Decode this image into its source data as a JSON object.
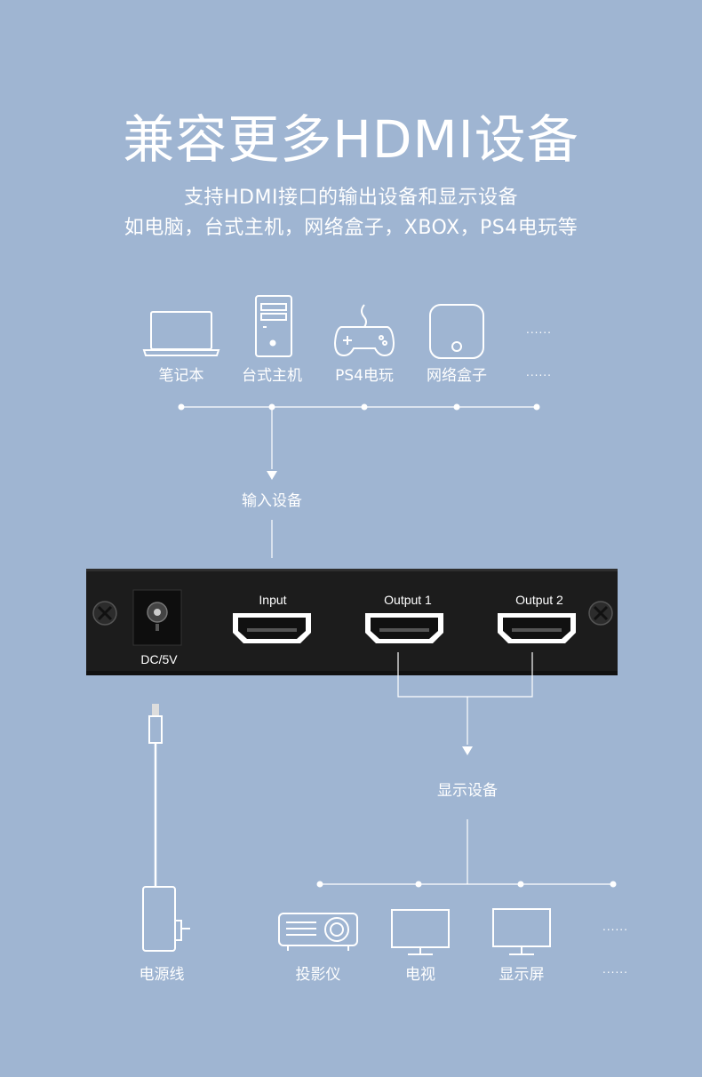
{
  "header": {
    "title": "兼容更多HDMI设备",
    "subtitle_line1": "支持HDMI接口的输出设备和显示设备",
    "subtitle_line2": "如电脑，台式主机，网络盒子，XBOX，PS4电玩等"
  },
  "input_devices": {
    "items": [
      {
        "label": "笔记本",
        "icon": "laptop-icon"
      },
      {
        "label": "台式主机",
        "icon": "desktop-tower-icon"
      },
      {
        "label": "PS4电玩",
        "icon": "gamepad-icon"
      },
      {
        "label": "网络盒子",
        "icon": "tv-box-icon"
      }
    ],
    "more": "......",
    "more_label": "......",
    "caption": "输入设备"
  },
  "device": {
    "ports": {
      "dc_label": "DC/5V",
      "input_label": "Input",
      "output1_label": "Output 1",
      "output2_label": "Output 2"
    }
  },
  "output_devices": {
    "caption": "显示设备",
    "items": [
      {
        "label": "投影仪",
        "icon": "projector-icon"
      },
      {
        "label": "电视",
        "icon": "tv-icon"
      },
      {
        "label": "显示屏",
        "icon": "monitor-icon"
      }
    ],
    "more": "......",
    "more_label": "......"
  },
  "power": {
    "label": "电源线",
    "icon": "power-adapter-icon"
  },
  "colors": {
    "background": "#9fb5d2",
    "line": "#ffffff",
    "device_body": "#1c1c1c"
  }
}
